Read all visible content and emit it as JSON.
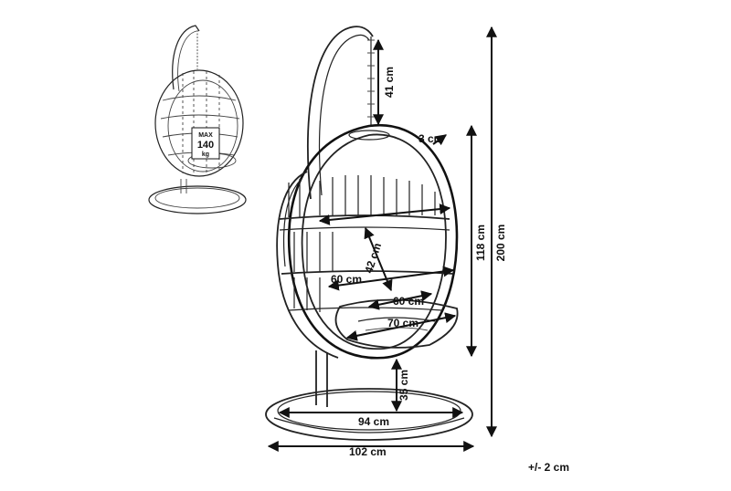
{
  "badge": {
    "line1": "MAX",
    "line2": "140",
    "line3": "kg"
  },
  "dimensions": {
    "chain": "41 cm",
    "frame_thickness": "3 cm",
    "egg_height": "118 cm",
    "total_height": "200 cm",
    "seat_depth": "60 cm",
    "back_height": "42 cm",
    "cushion_width": "60 cm",
    "seat_width": "70 cm",
    "ground_clearance": "35 cm",
    "base_diameter": "94 cm",
    "total_width": "102 cm"
  },
  "tolerance": "+/- 2 cm"
}
